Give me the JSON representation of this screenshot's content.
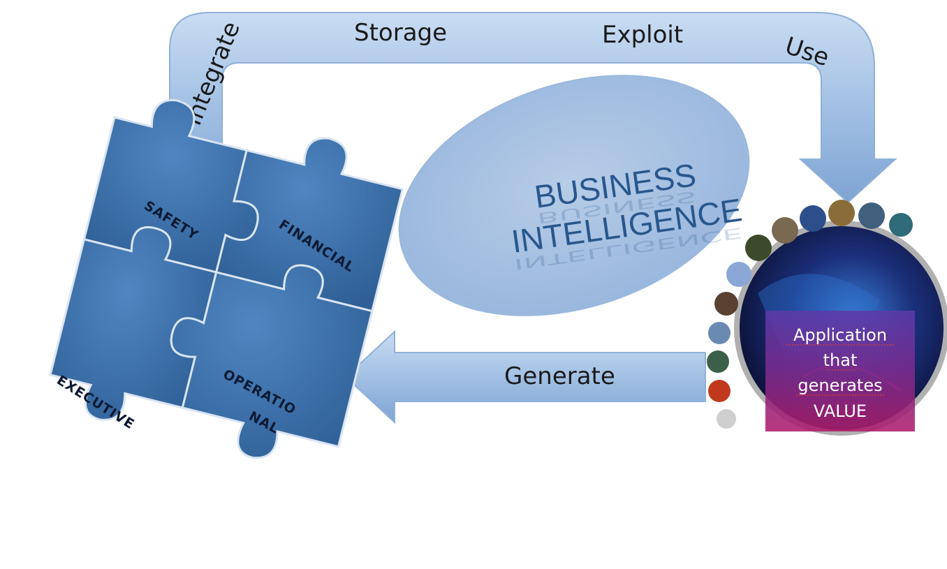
{
  "flow": {
    "integrate": "Integrate",
    "storage": "Storage",
    "exploit": "Exploit",
    "use": "Use",
    "generate": "Generate"
  },
  "center": {
    "line1": "BUSINESS",
    "line2": "INTELLIGENCE"
  },
  "pieces": {
    "safety": "SAFETY",
    "financial": "FINANCIAL",
    "executive": "EXECUTIVE",
    "operational_line1": "OPERATIO",
    "operational_line2": "NAL"
  },
  "application": {
    "line1": "Application",
    "line2": "that",
    "line3": "generates",
    "line4": "VALUE"
  },
  "colors": {
    "puzzle": "#3f73ad",
    "arrow": "#a7c4e6",
    "ellipse": "#aac4e2",
    "bi_text": "#27578c"
  }
}
